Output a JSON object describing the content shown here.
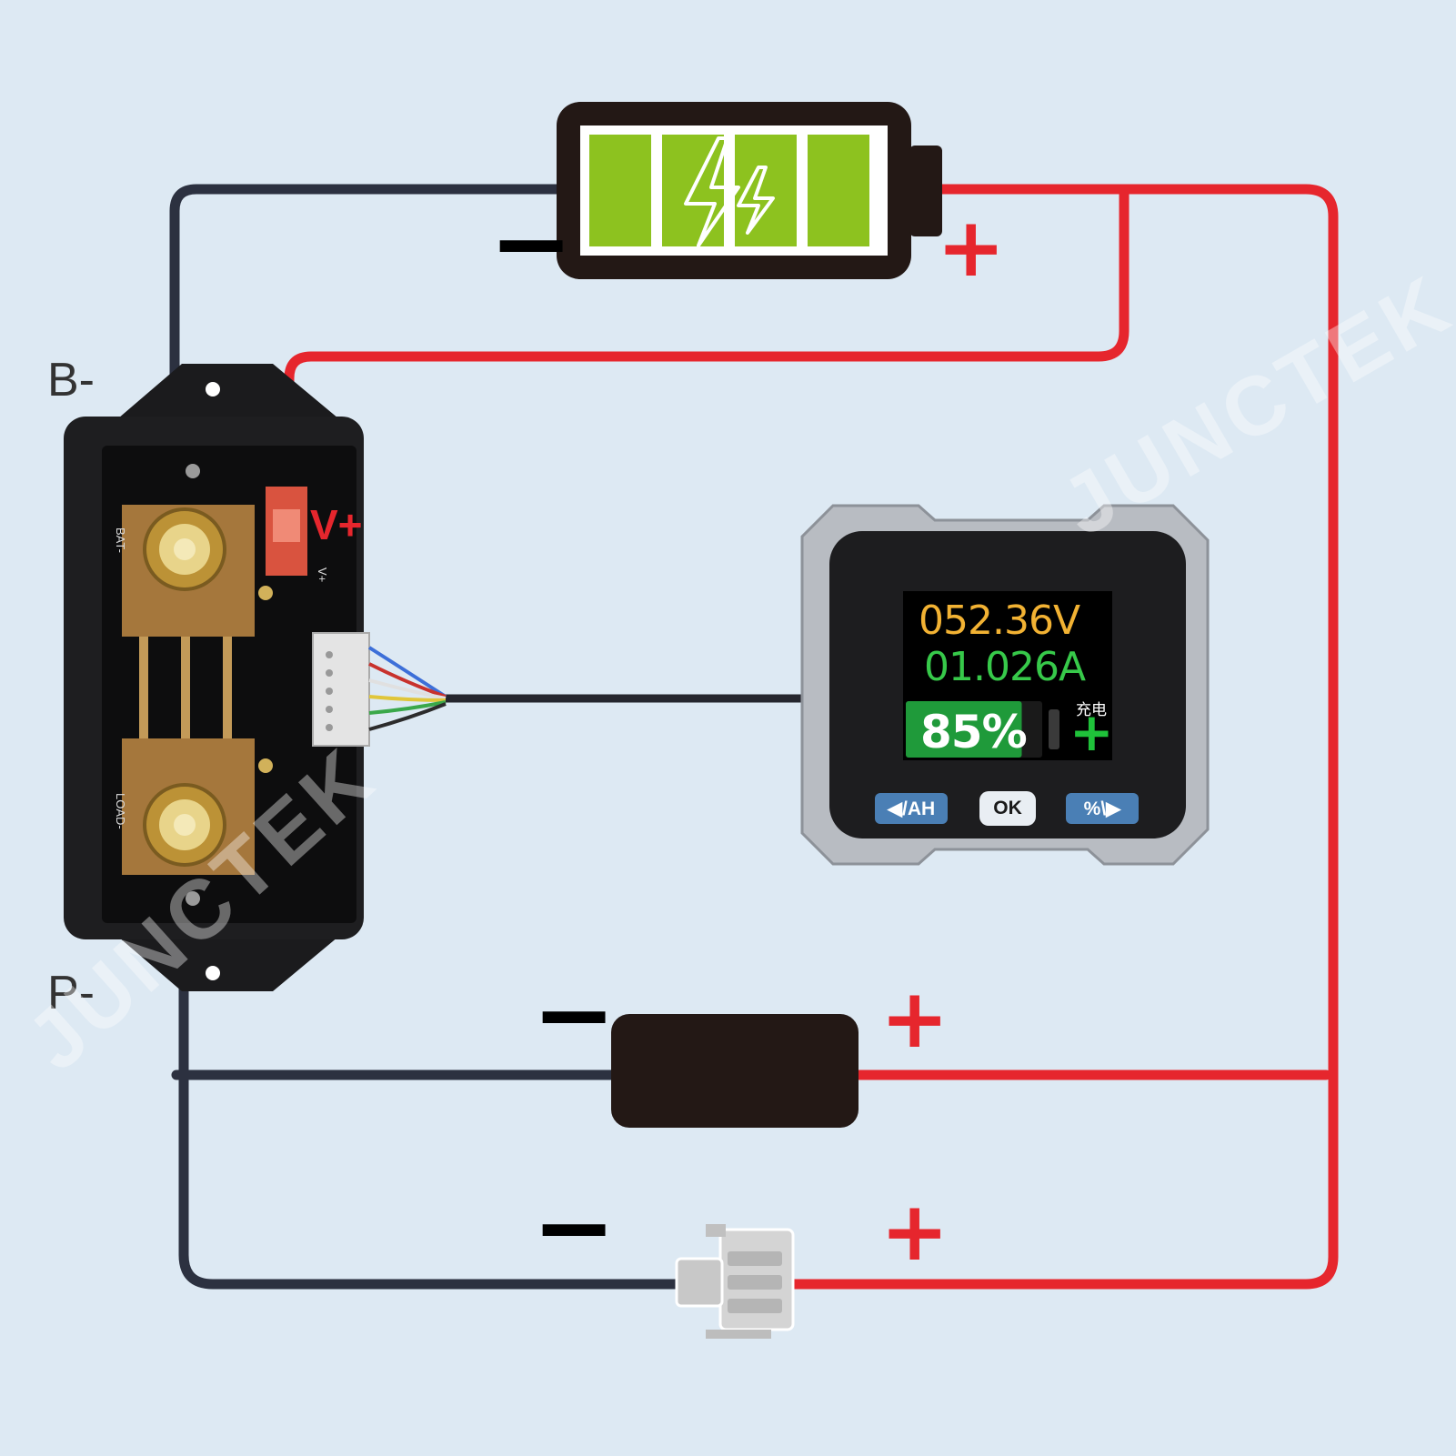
{
  "terminals": {
    "battery_negative": "B-",
    "load_negative": "P-",
    "voltage_sense": "V+"
  },
  "polarity": {
    "minus": "−",
    "plus": "+"
  },
  "shunt_labels": {
    "battery_side": "BAT-",
    "load_side": "LOAD-",
    "sense_pin": "V+"
  },
  "monitor": {
    "voltage": "052.36V",
    "current": "01.026A",
    "soc": "85%",
    "soc_percent": 85,
    "status_label": "充电",
    "status_symbol": "+",
    "buttons": {
      "left": "◀/AH",
      "ok": "OK",
      "right": "%\\▶"
    }
  },
  "watermark": "JUNCTEK",
  "colors": {
    "background": "#dde9f3",
    "positive_wire": "#e6262d",
    "negative_wire": "#2c3140",
    "battery_cells": "#8dc21f",
    "voltage_text": "#f2b233",
    "current_text": "#37c94a",
    "soc_bar": "#1f9a3a",
    "button_blue": "#4a7fb5"
  },
  "icons": [
    "battery-icon",
    "lightning-bolt-icon",
    "shunt-module-icon",
    "battery-monitor-icon",
    "load-device-icon",
    "charger-connector-icon"
  ]
}
